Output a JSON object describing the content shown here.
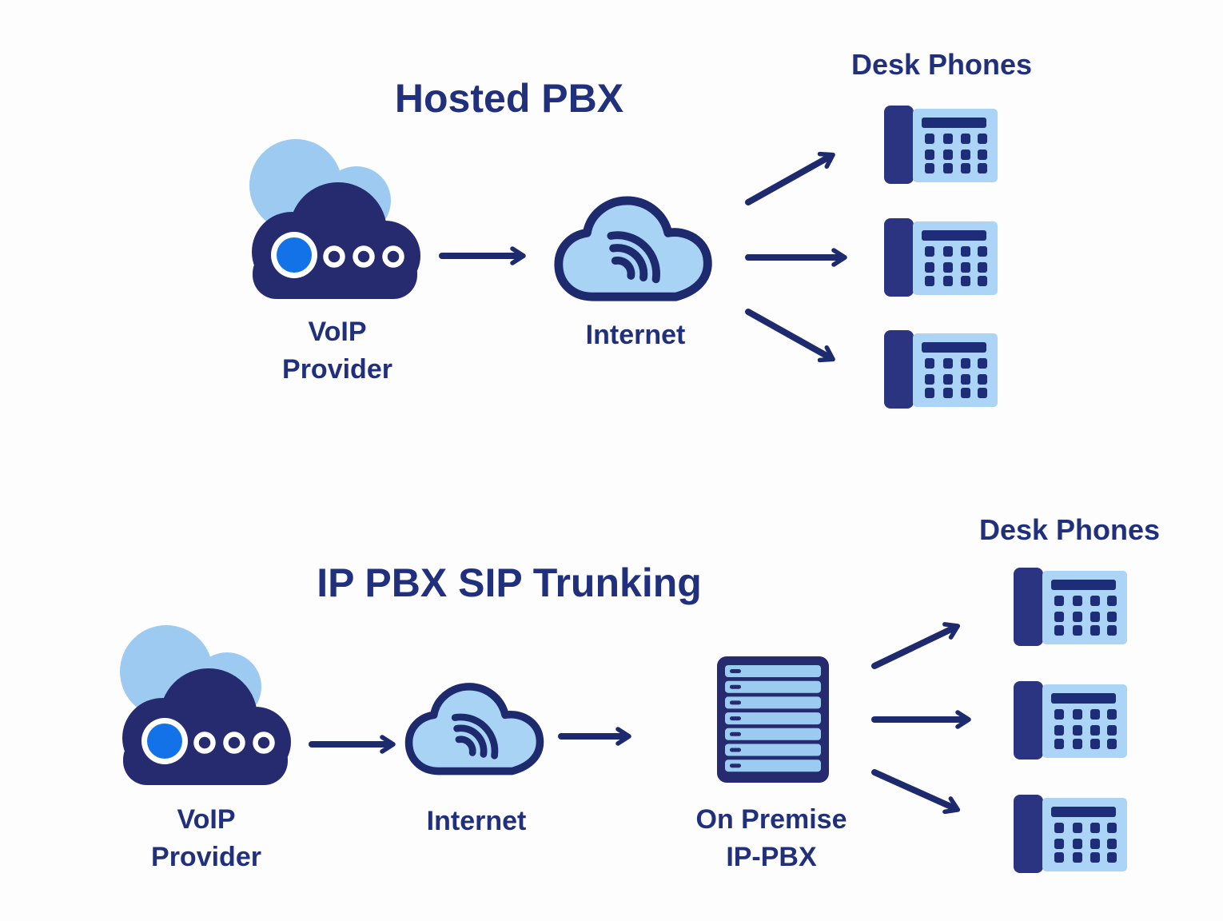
{
  "colors": {
    "background": "#fdfdfe",
    "navy_icon": "#262b6f",
    "navy_text": "#21307d",
    "navy_arrow": "#1d2a6e",
    "light_blue_cloud_back": "#9ccaf0",
    "light_blue_cloud_fill": "#a8d3f5",
    "phone_body_blue": "#abd4f6",
    "handset_navy": "#2b3480",
    "keypad_navy": "#1e2d77",
    "bright_blue_dot": "#1372e8",
    "white": "#ffffff"
  },
  "diagrams": [
    {
      "id": "hosted-pbx",
      "title": "Hosted PBX",
      "voip_provider": {
        "icon": "voip-provider-cloud-icon",
        "label_line1": "VoIP",
        "label_line2": "Provider"
      },
      "internet": {
        "icon": "internet-wifi-cloud-icon",
        "label": "Internet"
      },
      "desk_phones": {
        "icon": "desk-phone-icon",
        "label": "Desk Phones",
        "count": 3
      }
    },
    {
      "id": "ip-pbx-sip-trunking",
      "title": "IP PBX SIP Trunking",
      "voip_provider": {
        "icon": "voip-provider-cloud-icon",
        "label_line1": "VoIP",
        "label_line2": "Provider"
      },
      "internet": {
        "icon": "internet-wifi-cloud-icon",
        "label": "Internet"
      },
      "on_premise_pbx": {
        "icon": "server-rack-icon",
        "label_line1": "On Premise",
        "label_line2": "IP-PBX"
      },
      "desk_phones": {
        "icon": "desk-phone-icon",
        "label": "Desk Phones",
        "count": 3
      }
    }
  ]
}
